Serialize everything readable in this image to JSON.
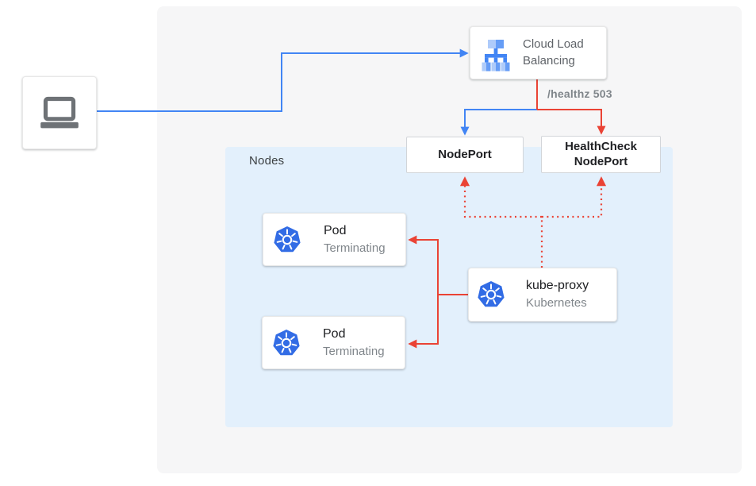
{
  "colors": {
    "flow_blue": "#4285f4",
    "flow_red": "#ea4335",
    "kubernetes_icon_blue": "#326ce5",
    "clb_icon_light_blue": "#aecbfa",
    "clb_icon_medium_blue": "#669df6",
    "canvas_background": "#f6f6f7",
    "nodes_background": "#e3f0fc",
    "text_dark": "#202124",
    "text_muted": "#80868b"
  },
  "client": {
    "icon": "laptop"
  },
  "cloud_load_balancing": {
    "label": "Cloud Load Balancing",
    "icon": "cloud-load-balancing"
  },
  "healthz_label": "/healthz 503",
  "nodeport": {
    "label": "NodePort"
  },
  "healthcheck_nodeport": {
    "label": "HealthCheck NodePort"
  },
  "nodes_group": {
    "label": "Nodes"
  },
  "pods": [
    {
      "title": "Pod",
      "status": "Terminating",
      "icon": "kubernetes"
    },
    {
      "title": "Pod",
      "status": "Terminating",
      "icon": "kubernetes"
    }
  ],
  "kube_proxy": {
    "title": "kube-proxy",
    "subtitle": "Kubernetes",
    "icon": "kubernetes"
  }
}
